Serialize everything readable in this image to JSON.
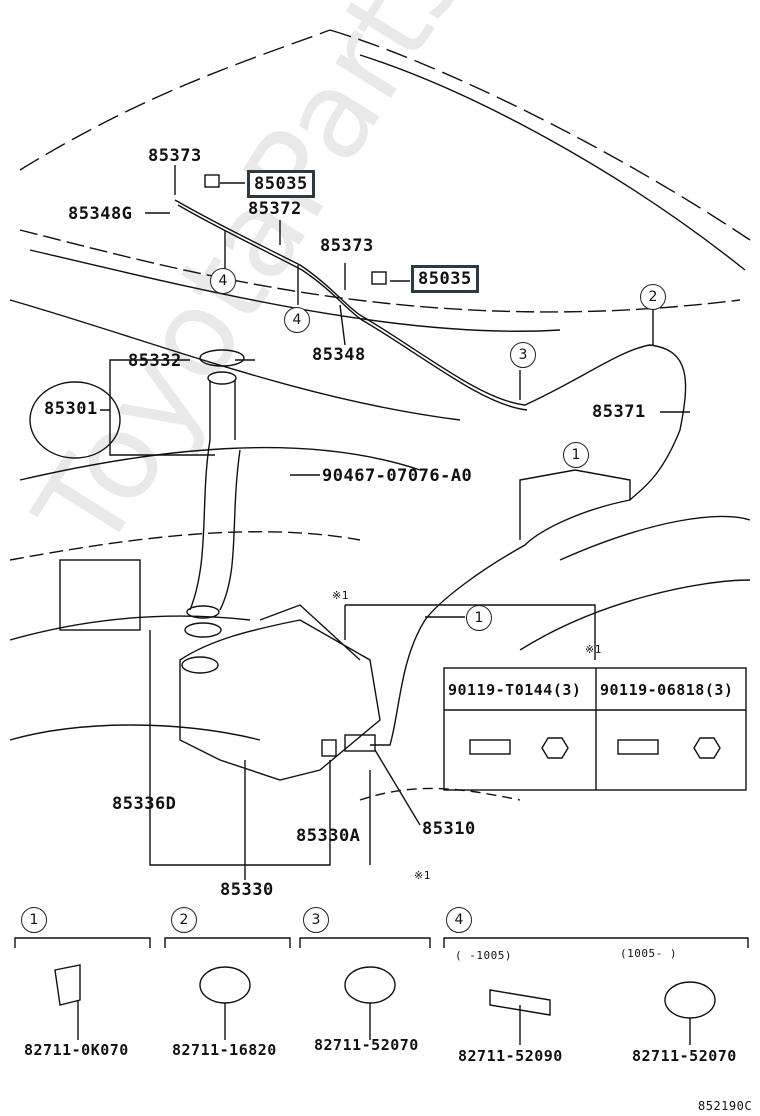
{
  "parts": {
    "p85373_top": "85373",
    "p85035_top": "85035",
    "p85348g": "85348G",
    "p85372": "85372",
    "p85373_mid": "85373",
    "p85035_mid": "85035",
    "p85348": "85348",
    "p85332": "85332",
    "p85301": "85301",
    "p90467": "90467-07076-A0",
    "p85371": "85371",
    "p85336d": "85336D",
    "p85330a": "85330A",
    "p85310": "85310",
    "p85330": "85330"
  },
  "callouts": {
    "c1": "1",
    "c2": "2",
    "c3": "3",
    "c4": "4"
  },
  "note_mark": "※1",
  "fastener_table": {
    "col1_header": "90119-T0144(3)",
    "col2_header": "90119-06818(3)"
  },
  "clip_boxes": [
    {
      "num": "1",
      "part": "82711-0K070"
    },
    {
      "num": "2",
      "part": "82711-16820"
    },
    {
      "num": "3",
      "part": "82711-52070"
    },
    {
      "num": "4",
      "left_range": "(     -1005)",
      "right_range": "(1005-      )",
      "left_part": "82711-52090",
      "right_part": "82711-52070"
    }
  ],
  "diagram_code": "852190C",
  "watermark": "ToyotaPartsNew.ru",
  "colors": {
    "line": "#111111",
    "box_border": "#2b3a44",
    "watermark": "#d8d8d8"
  }
}
